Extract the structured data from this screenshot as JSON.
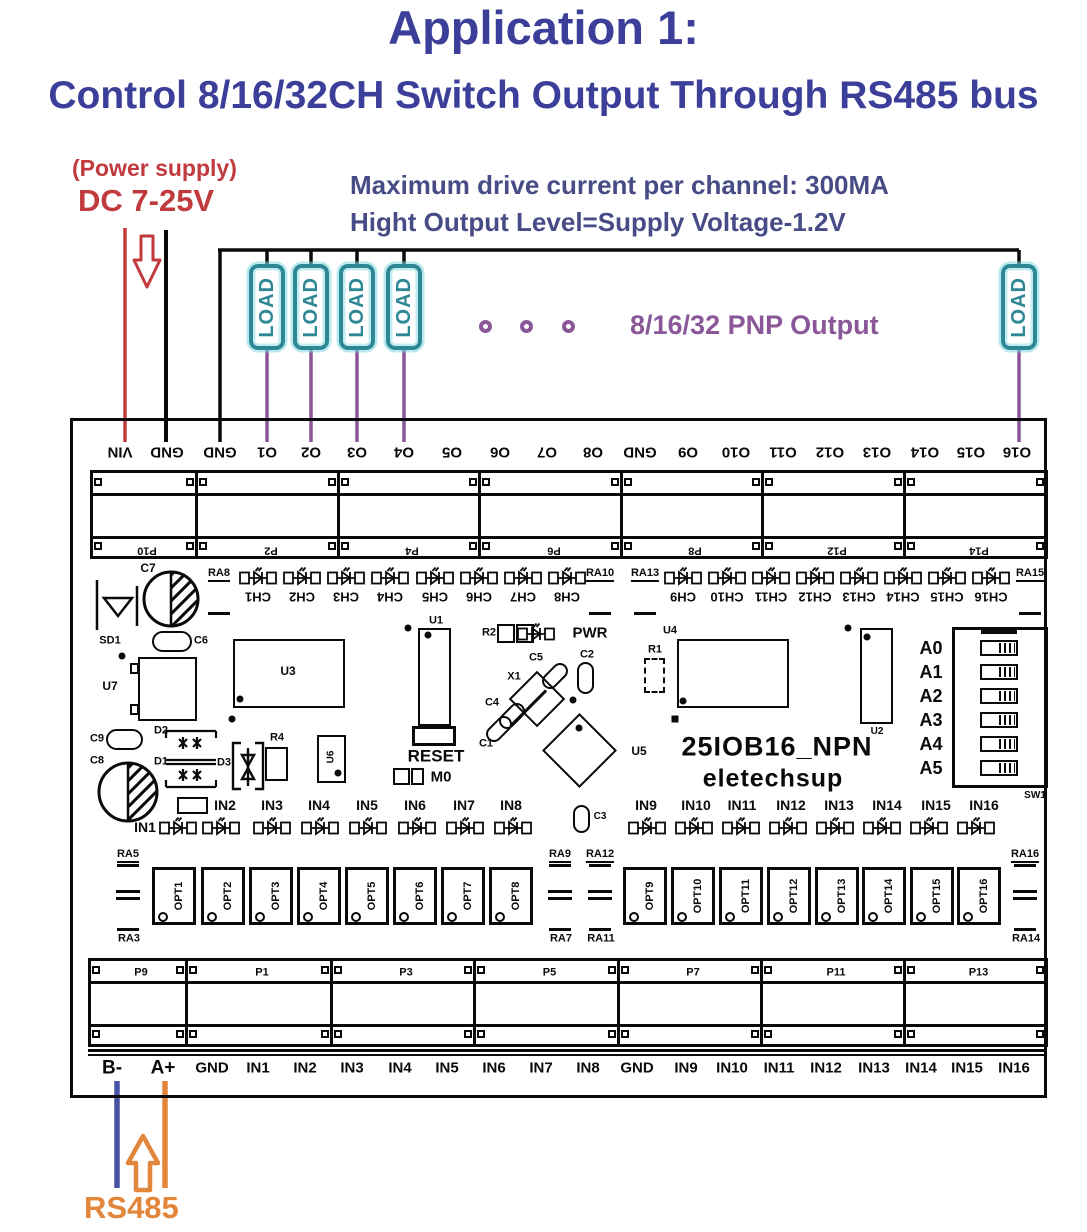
{
  "title": "Application 1:",
  "subtitle": "Control 8/16/32CH Switch Output Through RS485 bus",
  "power": {
    "label": "(Power supply)",
    "voltage": "DC 7-25V"
  },
  "specs": {
    "line1": "Maximum drive current per channel: 300MA",
    "line2": "Hight Output Level=Supply Voltage-1.2V"
  },
  "output_note": "8/16/32 PNP Output",
  "load_label": "LOAD",
  "load_count": 5,
  "rs485_label": "RS485",
  "colors": {
    "heading_blue": "#3c3f99",
    "spec_blue": "#474b86",
    "red": "#c03a3e",
    "teal": "#2d8795",
    "purple": "#8a5799",
    "orange": "#e2863b",
    "wire_blue": "#4853a4"
  },
  "board": {
    "top_terminals": [
      "VIN",
      "GND",
      "GND",
      "O1",
      "O2",
      "O3",
      "O4",
      "O5",
      "O6",
      "O7",
      "O8",
      "GND",
      "O9",
      "O10",
      "O11",
      "O12",
      "O13",
      "O14",
      "O15",
      "O16"
    ],
    "top_blocks": [
      "P10",
      "P2",
      "P4",
      "P6",
      "P8",
      "P12",
      "P14"
    ],
    "ch_labels": [
      "CH1",
      "CH2",
      "CH3",
      "CH4",
      "CH5",
      "CH6",
      "CH7",
      "CH8",
      "CH9",
      "CH10",
      "CH11",
      "CH12",
      "CH13",
      "CH14",
      "CH15",
      "CH16"
    ],
    "ra_marks": {
      "ch_left": "RA8",
      "ch_mid1": "RA10",
      "ch_mid2": "RA13",
      "ch_right": "RA15",
      "opt_pairs": [
        [
          "RA5",
          "RA3"
        ],
        [
          "RA9",
          "RA7"
        ],
        [
          "RA12",
          "RA11"
        ],
        [
          "RA16",
          "RA14"
        ]
      ]
    },
    "components": {
      "c7": "C7",
      "sd1": "SD1",
      "c6": "C6",
      "u7": "U7",
      "u3": "U3",
      "c9": "C9",
      "c8": "C8",
      "d2": "D2",
      "d1": "D1",
      "d3": "D3",
      "r4": "R4",
      "u6": "U6",
      "u1": "U1",
      "reset": "RESET",
      "r2": "R2",
      "pwr": "PWR",
      "c5": "C5",
      "c2": "C2",
      "x1": "X1",
      "c4": "C4",
      "c1": "C1",
      "m0": "M0",
      "u5": "U5",
      "r1": "R1",
      "u4": "U4",
      "u2": "U2",
      "c3": "C3"
    },
    "dip": {
      "labels": [
        "A0",
        "A1",
        "A2",
        "A3",
        "A4",
        "A5"
      ],
      "name": "SW1"
    },
    "brand": {
      "model": "25IOB16_NPN",
      "vendor": "eletechsup"
    },
    "input_labels": [
      "IN1",
      "IN2",
      "IN3",
      "IN4",
      "IN5",
      "IN6",
      "IN7",
      "IN8",
      "IN9",
      "IN10",
      "IN11",
      "IN12",
      "IN13",
      "IN14",
      "IN15",
      "IN16"
    ],
    "opt_labels": [
      "OPT1",
      "OPT2",
      "OPT3",
      "OPT4",
      "OPT5",
      "OPT6",
      "OPT7",
      "OPT8",
      "OPT9",
      "OPT10",
      "OPT11",
      "OPT12",
      "OPT13",
      "OPT14",
      "OPT15",
      "OPT16"
    ],
    "bottom_blocks": [
      "P9",
      "P1",
      "P3",
      "P5",
      "P7",
      "P11",
      "P13"
    ],
    "bottom_terminals": [
      "B-",
      "A+",
      "GND",
      "IN1",
      "IN2",
      "IN3",
      "IN4",
      "IN5",
      "IN6",
      "IN7",
      "IN8",
      "GND",
      "IN9",
      "IN10",
      "IN11",
      "IN12",
      "IN13",
      "IN14",
      "IN15",
      "IN16"
    ]
  }
}
